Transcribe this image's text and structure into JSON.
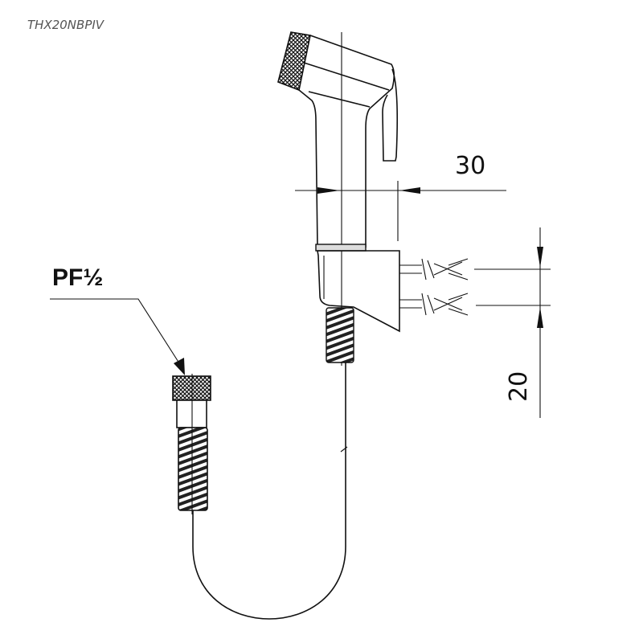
{
  "drawing": {
    "model_code": "THX20NBPIV",
    "thread_label": "PF½",
    "dimension_width": "30",
    "dimension_spacing": "20",
    "line_color": "#111111"
  }
}
